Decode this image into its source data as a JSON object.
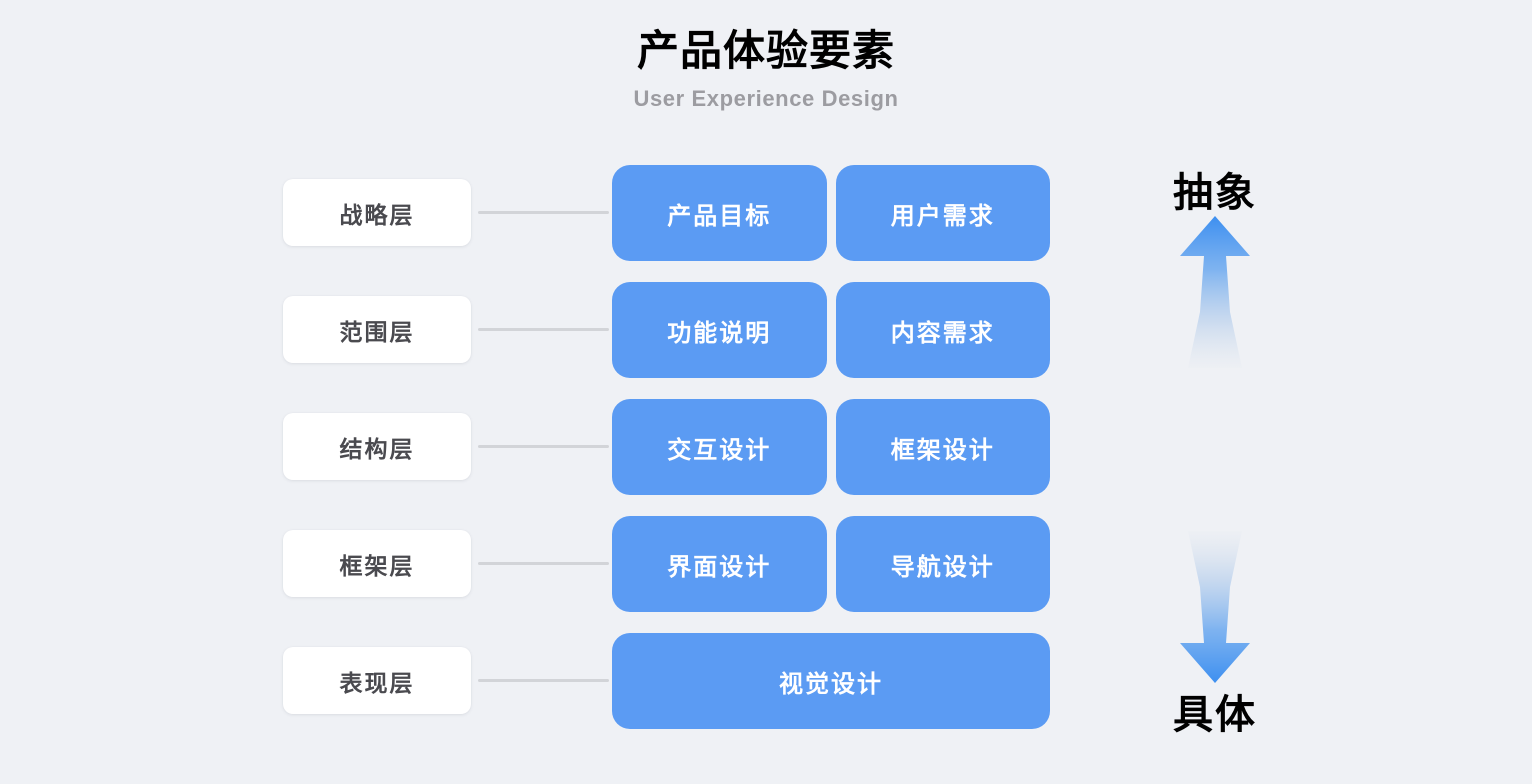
{
  "header": {
    "title": "产品体验要素",
    "subtitle": "User Experience Design"
  },
  "colors": {
    "background": "#eff1f5",
    "card_blue": "#5b9bf3",
    "label_card": "#ffffff",
    "label_text": "#4a4a4f",
    "connector": "#d2d4d8",
    "subtitle_text": "#9c9ca1",
    "arrow_blue": "#4a97f0"
  },
  "rows": [
    {
      "layer": "战略层",
      "boxes": [
        "产品目标",
        "用户需求"
      ]
    },
    {
      "layer": "范围层",
      "boxes": [
        "功能说明",
        "内容需求"
      ]
    },
    {
      "layer": "结构层",
      "boxes": [
        "交互设计",
        "框架设计"
      ]
    },
    {
      "layer": "框架层",
      "boxes": [
        "界面设计",
        "导航设计"
      ]
    },
    {
      "layer": "表现层",
      "boxes": [
        "视觉设计"
      ]
    }
  ],
  "axis": {
    "top_label": "抽象",
    "bottom_label": "具体",
    "up_arrow_icon": "arrow-up-icon",
    "down_arrow_icon": "arrow-down-icon"
  }
}
